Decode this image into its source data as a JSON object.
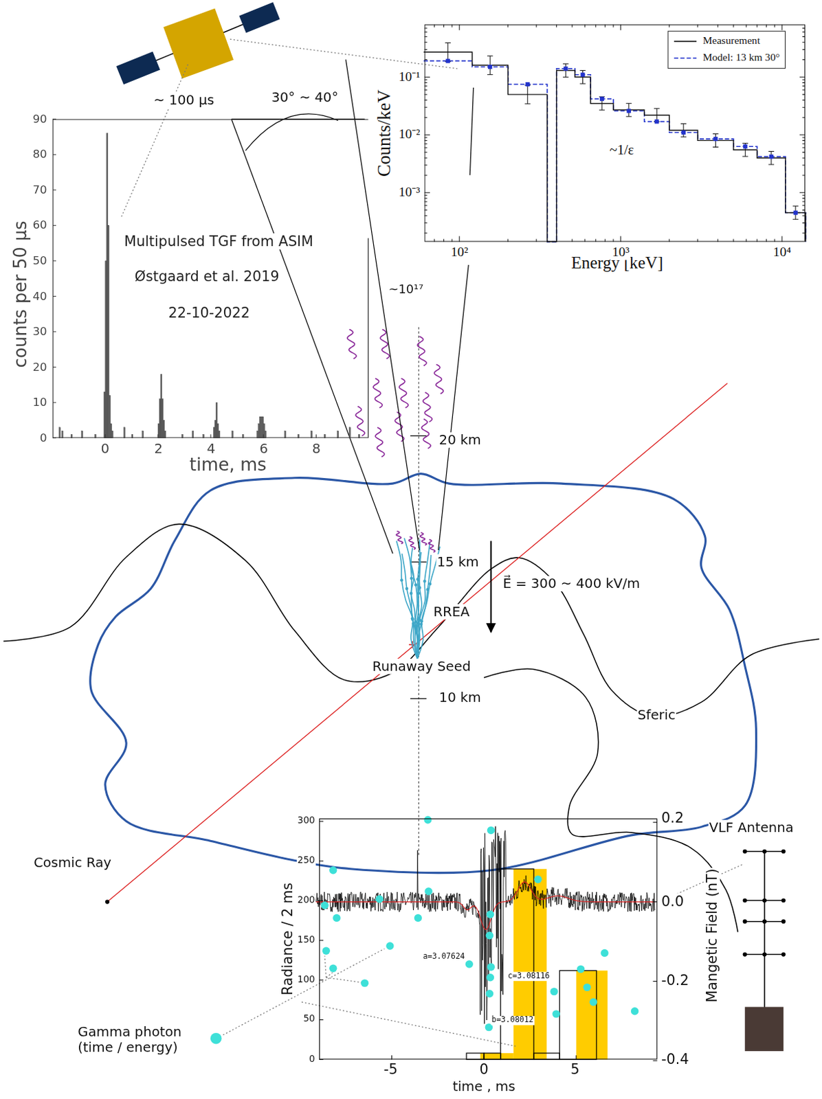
{
  "diagram": {
    "nodes": [
      {
        "text": [
          "Multipulsed TGF from ASIM",
          "Østgaard et al. 2019",
          "22-10-2022"
        ]
      },
      {
        "text": [
          "~1/ε"
        ]
      },
      {
        "text": [
          "a=3.07624",
          "b=3.08012",
          "c=3.08116"
        ]
      }
    ],
    "labels": [
      "~ 100 μs",
      "30° ~ 40°",
      "counts per 50 μs",
      "0",
      "10",
      "20",
      "30",
      "40",
      "50",
      "60",
      "70",
      "80",
      "90",
      "0",
      "2",
      "4",
      "6",
      "8",
      "time, ms",
      "~10¹⁷",
      "20 km",
      "15 km",
      "10 km",
      "E⃗ = 300 ~ 400 kV/m",
      "RREA",
      "Runaway Seed",
      "Sferic",
      "Cosmic Ray",
      "VLF Antenna",
      "Gamma photon (time / energy)",
      "Counts/keV",
      "Energy [keV]",
      "10²",
      "10³",
      "10⁴",
      "10⁻¹",
      "10⁻²",
      "10⁻³",
      "Radiance / 2 ms",
      "Mangetic Field (nT)",
      "time , ms",
      "0",
      "50",
      "100",
      "150",
      "200",
      "250",
      "300",
      "0.2",
      "0.0",
      "-0.2",
      "-0.4",
      "-5",
      "0",
      "5"
    ],
    "legend": [
      {
        "text": "Measurement"
      },
      {
        "text": "Model: 13 km 30°"
      }
    ]
  }
}
